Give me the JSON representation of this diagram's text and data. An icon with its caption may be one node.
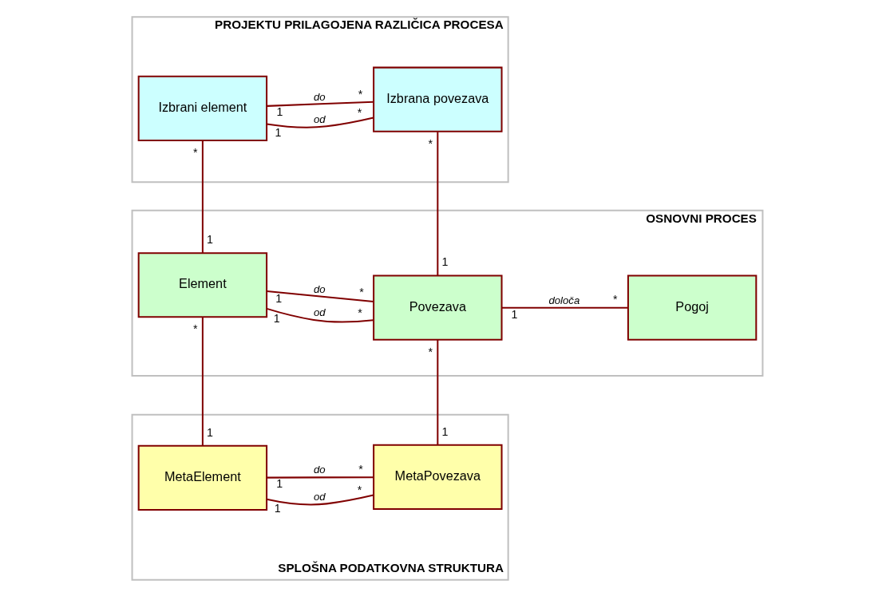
{
  "diagram": {
    "nodes": [
      {
        "text": [
          "SPLOŠNA PODATKOVNA STRUKTURA"
        ]
      },
      {
        "text": [
          "MetaElement"
        ],
        "in": 0
      },
      {
        "text": [
          "MetaPovezava"
        ],
        "in": 0
      },
      {
        "text": [
          "OSNOVNI PROCES"
        ]
      },
      {
        "text": [
          "Element"
        ],
        "in": 3
      },
      {
        "text": [
          "Povezava"
        ],
        "in": 3
      },
      {
        "text": [
          "Pogoj"
        ],
        "in": 3
      },
      {
        "text": [
          "PROJEKTU PRILAGOJENA RAZLIČICA PROCESA"
        ]
      },
      {
        "text": [
          "Izbrani element"
        ],
        "in": 7
      },
      {
        "text": [
          "Izbrana povezava"
        ],
        "in": 7
      }
    ],
    "edges": [
      {
        "from": 2,
        "to": 1,
        "arrow": "none",
        "label": "od"
      },
      {
        "from": 2,
        "to": 1,
        "arrow": "none",
        "label": "do"
      },
      {
        "from": 4,
        "to": 1,
        "arrow": "none"
      },
      {
        "from": 5,
        "to": 2,
        "arrow": "none"
      },
      {
        "from": 5,
        "to": 4,
        "arrow": "none",
        "label": "od"
      },
      {
        "from": 5,
        "to": 4,
        "arrow": "none",
        "label": "do"
      },
      {
        "from": 6,
        "to": 5,
        "arrow": "none",
        "label": "določa"
      },
      {
        "from": 8,
        "to": 4,
        "arrow": "none"
      },
      {
        "from": 9,
        "to": 5,
        "arrow": "none"
      },
      {
        "from": 9,
        "to": 8,
        "arrow": "none",
        "label": "od"
      },
      {
        "from": 9,
        "to": 8,
        "arrow": "none",
        "label": "do"
      }
    ],
    "labels": [
      "1",
      "*",
      "1",
      "*",
      "1",
      "1",
      "*",
      "*",
      "1",
      "*",
      "1",
      "*",
      "1",
      "*",
      "1",
      "1",
      "*",
      "*",
      "1",
      "*",
      "1",
      "*"
    ]
  }
}
